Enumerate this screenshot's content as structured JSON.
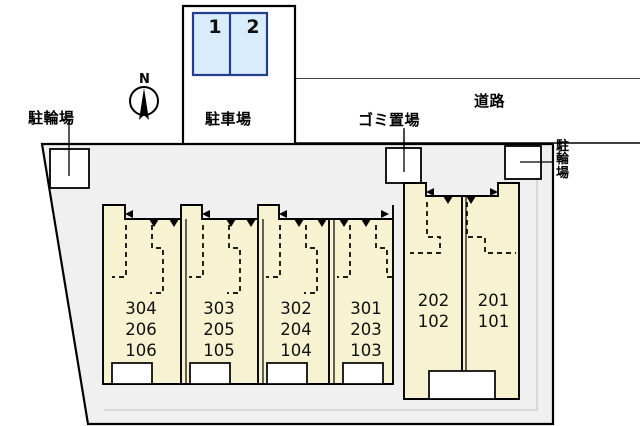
{
  "figure": {
    "kind": "site-layout-plan",
    "orientation_marker": "N"
  },
  "colors": {
    "background": "#ffffff",
    "site_ground": "#f0f0f0",
    "unit_fill": "#f7f3d2",
    "parking_stall_fill": "#d8ecfb",
    "parking_stall_stroke": "#243f87",
    "outline": "#000000",
    "text": "#111111"
  },
  "labels": {
    "bicycle_parking_left": "駐輪場",
    "bicycle_parking_right": "駐\n輪\n場",
    "car_parking": "駐車場",
    "garbage_area": "ゴミ置場",
    "road": "道路",
    "north": "N"
  },
  "parking": {
    "title": "駐車場",
    "stalls": [
      {
        "number": "1"
      },
      {
        "number": "2"
      }
    ]
  },
  "building": {
    "blocks": [
      {
        "name": "block-a",
        "units": [
          {
            "id": "unit-304",
            "numbers": [
              "304",
              "206",
              "106"
            ]
          },
          {
            "id": "unit-303",
            "numbers": [
              "303",
              "205",
              "105"
            ]
          },
          {
            "id": "unit-302",
            "numbers": [
              "302",
              "204",
              "104"
            ]
          },
          {
            "id": "unit-301",
            "numbers": [
              "301",
              "203",
              "103"
            ]
          }
        ]
      },
      {
        "name": "block-b",
        "units": [
          {
            "id": "unit-202",
            "numbers": [
              "202",
              "102"
            ]
          },
          {
            "id": "unit-201",
            "numbers": [
              "201",
              "101"
            ]
          }
        ]
      }
    ]
  }
}
